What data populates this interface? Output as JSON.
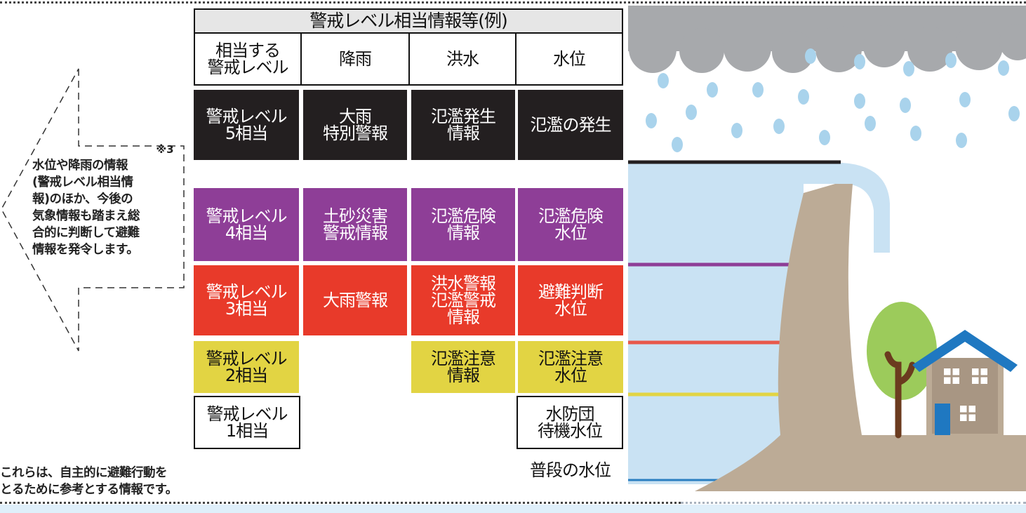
{
  "table": {
    "title": "警戒レベル相当情報等(例)",
    "headers": [
      "相当する\n警戒レベル",
      "降雨",
      "洪水",
      "水位"
    ],
    "rows": [
      {
        "level": "警戒レベル\n5相当",
        "rain": "大雨\n特別警報",
        "flood": "氾濫発生\n情報",
        "water": "氾濫の発生"
      },
      {
        "level": "警戒レベル\n4相当",
        "rain": "土砂災害\n警戒情報",
        "flood": "氾濫危険\n情報",
        "water": "氾濫危険\n水位"
      },
      {
        "level": "警戒レベル\n3相当",
        "rain": "大雨警報",
        "flood": "洪水警報\n氾濫警戒\n情報",
        "water": "避難判断\n水位"
      },
      {
        "level": "警戒レベル\n2相当",
        "rain": "",
        "flood": "氾濫注意\n情報",
        "water": "氾濫注意\n水位"
      },
      {
        "level": "警戒レベル\n1相当",
        "rain": "",
        "flood": "",
        "water": "水防団\n待機水位"
      }
    ],
    "normal_level": "普段の水位"
  },
  "note": {
    "marker": "※3",
    "text": "水位や降雨の情報\n(警戒レベル相当情\n報)のほか、今後の\n気象情報も踏まえ総\n合的に判断して避難\n情報を発令します。"
  },
  "footer": "これらは、自主的に避難行動を\nとるために参考とする情報です。",
  "colors": {
    "level5": "#231f20",
    "level4": "#8e3e97",
    "level3": "#e83a2a",
    "level2": "#e2d443",
    "water": "#c9e2f3",
    "cloud": "#a7a9ac",
    "rain_drop": "#a9d3ec",
    "levee": "#bcab96",
    "house_roof": "#1f78c1"
  }
}
